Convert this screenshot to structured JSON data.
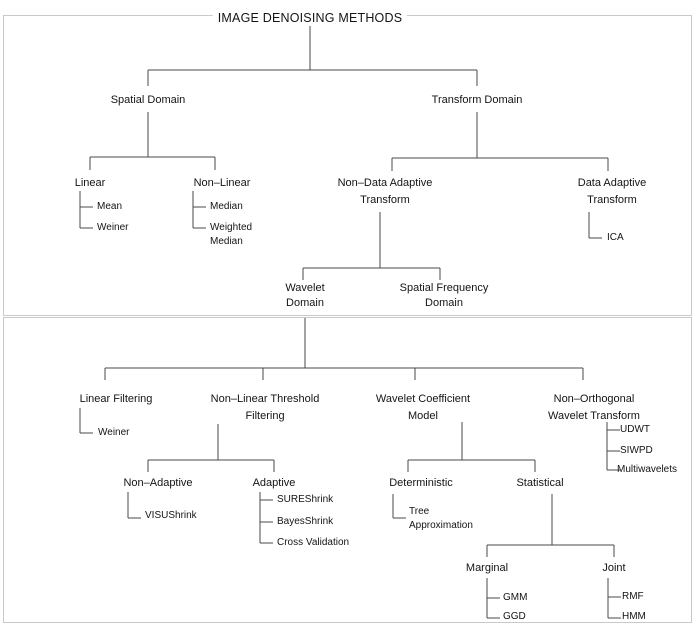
{
  "title": "IMAGE DENOISING METHODS",
  "tree": {
    "spatial": {
      "label": "Spatial Domain",
      "linear": {
        "label": "Linear",
        "items": [
          "Mean",
          "Weiner"
        ]
      },
      "nonlinear": {
        "label": "Non–Linear",
        "items": [
          "Median",
          "Weighted\nMedian"
        ]
      }
    },
    "transform": {
      "label": "Transform Domain",
      "non_data_adaptive": {
        "label": "Non–Data Adaptive\nTransform",
        "wavelet_domain": {
          "label": "Wavelet\nDomain",
          "linear_filtering": {
            "label": "Linear Filtering",
            "items": [
              "Weiner"
            ]
          },
          "nonlinear_threshold": {
            "label": "Non–Linear Threshold\nFiltering",
            "non_adaptive": {
              "label": "Non–Adaptive",
              "items": [
                "VISUShrink"
              ]
            },
            "adaptive": {
              "label": "Adaptive",
              "items": [
                "SUREShrink",
                "BayesShrink",
                "Cross Validation"
              ]
            }
          },
          "coefficient_model": {
            "label": "Wavelet Coefficient\nModel",
            "deterministic": {
              "label": "Deterministic",
              "items": [
                "Tree\nApproximation"
              ]
            },
            "statistical": {
              "label": "Statistical",
              "marginal": {
                "label": "Marginal",
                "items": [
                  "GMM",
                  "GGD"
                ]
              },
              "joint": {
                "label": "Joint",
                "items": [
                  "RMF",
                  "HMM"
                ]
              }
            }
          },
          "non_orthogonal": {
            "label": "Non–Orthogonal\nWavelet Transform",
            "items": [
              "UDWT",
              "SIWPD",
              "Multiwavelets"
            ]
          }
        },
        "spatial_frequency": {
          "label": "Spatial Frequency\nDomain"
        }
      },
      "data_adaptive": {
        "label": "Data Adaptive\nTransform",
        "items": [
          "ICA"
        ]
      }
    }
  }
}
